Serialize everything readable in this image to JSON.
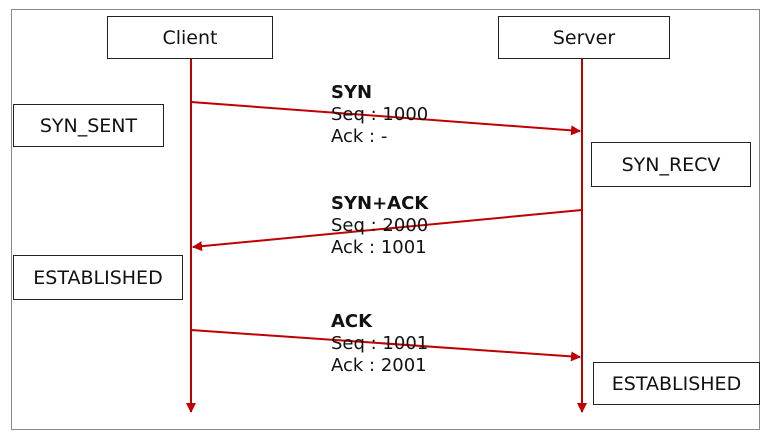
{
  "actors": {
    "client": "Client",
    "server": "Server"
  },
  "states": {
    "client_syn_sent": "SYN_SENT",
    "server_syn_recv": "SYN_RECV",
    "client_established": "ESTABLISHED",
    "server_established": "ESTABLISHED"
  },
  "messages": [
    {
      "name": "SYN",
      "seq": "Seq : 1000",
      "ack": "Ack : -"
    },
    {
      "name": "SYN+ACK",
      "seq": "Seq : 2000",
      "ack": "Ack : 1001"
    },
    {
      "name": "ACK",
      "seq": "Seq : 1001",
      "ack": "Ack : 2001"
    }
  ],
  "colors": {
    "arrow": "#c00000",
    "box_border": "#222222",
    "frame": "#8a8a8a"
  }
}
